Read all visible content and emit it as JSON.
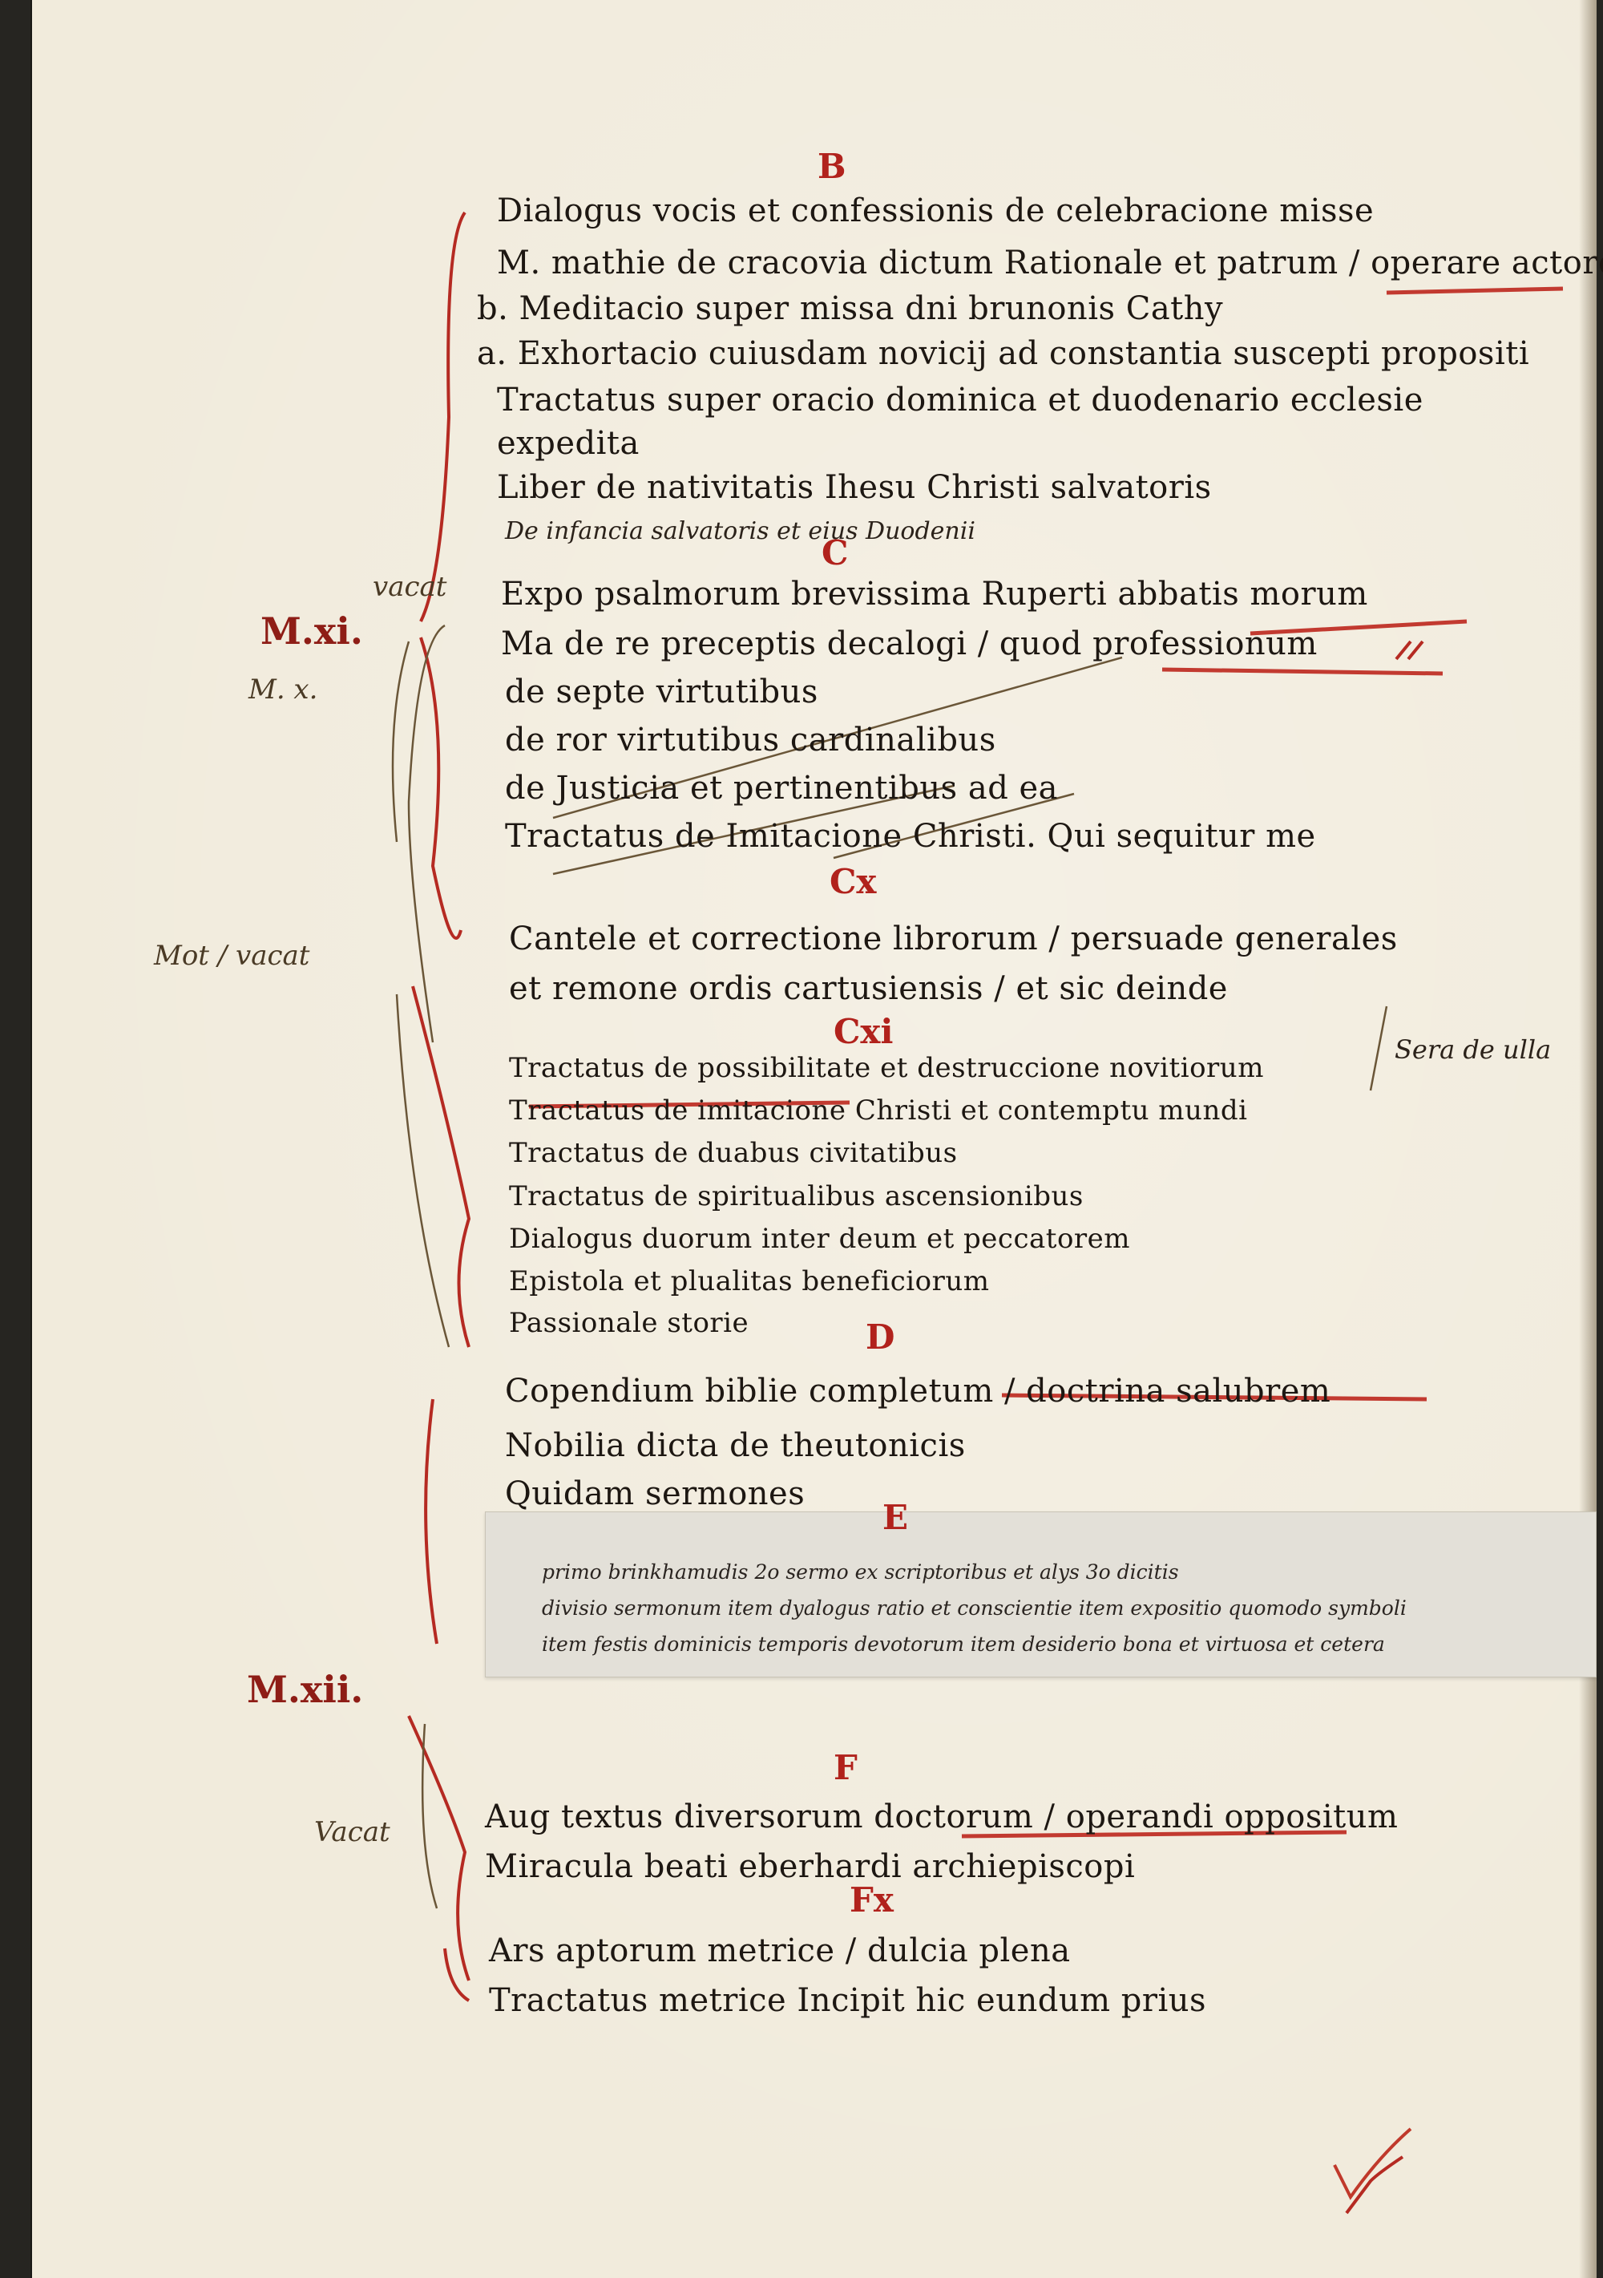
{
  "shelfmarks": [
    {
      "text": "M.xi."
    },
    {
      "text": "M.xii."
    }
  ],
  "margin_notes": [
    {
      "text": "vacat"
    },
    {
      "text": "M. x."
    },
    {
      "text": "Mot / vacat"
    },
    {
      "text": "Vacat"
    }
  ],
  "sections": [
    {
      "heading": "B",
      "entries": [
        "Dialogus vocis et confessionis de celebracione misse",
        "M. mathie de cracovia dictum Rationale et patrum / operare actore",
        "b. Meditacio super missa dni brunonis Cathy",
        "a. Exhortacio cuiusdam novicij ad constantia suscepti propositi",
        "Tractatus super oracio dominica et duodenario ecclesie",
        "expedita",
        "Liber de nativitatis Ihesu Christi salvatoris",
        "De infancia salvatoris et eius Duodenii"
      ]
    },
    {
      "heading": "C",
      "entries": [
        "Expo psalmorum brevissima Ruperti abbatis morum",
        "Ma de re preceptis decalogi / quod professionum",
        "de septe virtutibus",
        "de ror virtutibus cardinalibus",
        "de Justicia et pertinentibus ad ea",
        "Tractatus de Imitacione Christi. Qui sequitur me"
      ]
    },
    {
      "heading": "Cx",
      "entries": [
        "Cantele et correctione librorum / persuade generales",
        "et remone ordis cartusiensis / et sic deinde"
      ]
    },
    {
      "heading": "Cxi",
      "entries": [
        "Tractatus de possibilitate et destruccione novitiorum",
        "Tractatus de imitacione Christi et contemptu mundi",
        "Tractatus de duabus civitatibus",
        "Tractatus de spiritualibus ascensionibus",
        "Dialogus duorum inter deum et peccatorem",
        "Epistola et plualitas beneficiorum",
        "Passionale storie"
      ],
      "side_note": "Sera de ulla"
    },
    {
      "heading": "D",
      "entries": [
        "Copendium biblie completum / doctrina salubrem",
        "Nobilia dicta de theutonicis",
        "Quidam sermones"
      ]
    },
    {
      "heading": "E",
      "slip_lines": [
        "primo brinkhamudis 2o sermo ex scriptoribus et alys 3o dicitis",
        "divisio sermonum item dyalogus ratio et conscientie item expositio quomodo symboli",
        "item festis dominicis temporis devotorum item desiderio bona et virtuosa et cetera"
      ]
    },
    {
      "heading": "F",
      "entries": [
        "Aug textus diversorum doctorum / operandi oppositum",
        "Miracula beati eberhardi archiepiscopi"
      ]
    },
    {
      "heading": "Fx",
      "entries": [
        "Ars aptorum metrice / dulcia plena",
        "Tractatus metrice Incipit hic eundum prius"
      ]
    }
  ],
  "colors": {
    "rubric": "#b1221c",
    "ink": "#1d1712",
    "parchment": "#f1ebdc"
  }
}
